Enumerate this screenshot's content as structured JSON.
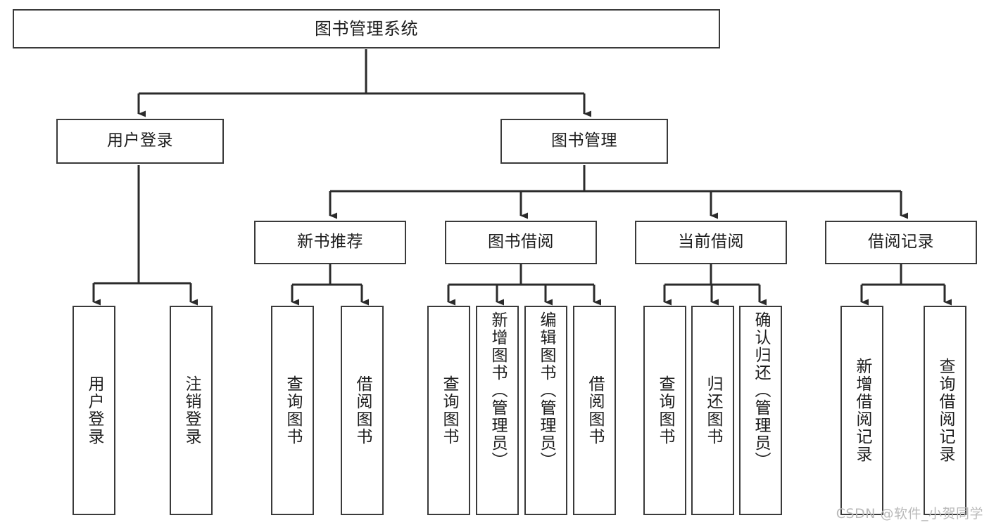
{
  "diagram": {
    "title": "图书管理系统",
    "type": "tree",
    "watermark": "CSDN @软件_小贺同学",
    "colors": {
      "border": "#3a3a3a",
      "background": "#ffffff",
      "text": "#1d1d1d",
      "edge": "#2b2b2b",
      "watermark": "#b9b9b9"
    },
    "nodes": {
      "root": {
        "label": "图书管理系统"
      },
      "level2": [
        {
          "label": "用户登录"
        },
        {
          "label": "图书管理"
        }
      ],
      "level3": [
        {
          "label": "新书推荐"
        },
        {
          "label": "图书借阅"
        },
        {
          "label": "当前借阅"
        },
        {
          "label": "借阅记录"
        }
      ],
      "leaves": {
        "user_login": [
          {
            "label": "用户登录"
          },
          {
            "label": "注销登录"
          }
        ],
        "new_book": [
          {
            "label": "查询图书"
          },
          {
            "label": "借阅图书"
          }
        ],
        "book_borrow": [
          {
            "label": "查询图书"
          },
          {
            "label": "新增图书（管理员）"
          },
          {
            "label": "编辑图书（管理员）"
          },
          {
            "label": "借阅图书"
          }
        ],
        "current_borrow": [
          {
            "label": "查询图书"
          },
          {
            "label": "归还图书"
          },
          {
            "label": "确认归还（管理员）"
          }
        ],
        "borrow_record": [
          {
            "label": "新增借阅记录"
          },
          {
            "label": "查询借阅记录"
          }
        ]
      }
    }
  }
}
